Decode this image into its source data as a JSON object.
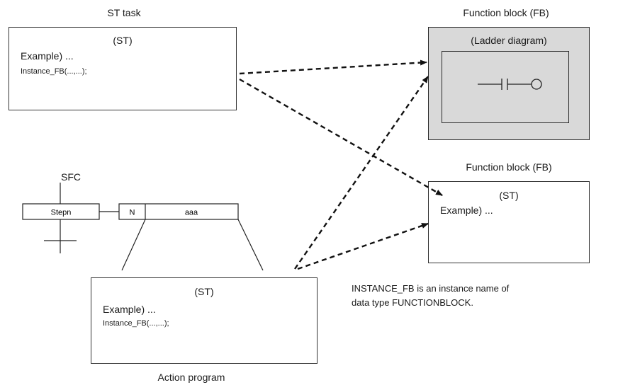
{
  "st_task": {
    "caption": "ST task",
    "box_title": "(ST)",
    "line1": "Example) ...",
    "line2": "Instance_FB(...,...);"
  },
  "fb_ladder": {
    "caption": "Function block (FB)",
    "inner_title": "(Ladder diagram)",
    "fill_color": "#d9d9d9"
  },
  "sfc": {
    "caption": "SFC",
    "step_label": "Stepn",
    "qualifier": "N",
    "action_name": "aaa"
  },
  "fb_st": {
    "caption": "Function block (FB)",
    "box_title": "(ST)",
    "line1": "Example) ..."
  },
  "action_program": {
    "box_title": "(ST)",
    "line1": "Example) ...",
    "line2": "Instance_FB(...,...);",
    "caption": "Action program"
  },
  "note": {
    "line1": "INSTANCE_FB is an instance name of",
    "line2": "data type FUNCTIONBLOCK."
  }
}
